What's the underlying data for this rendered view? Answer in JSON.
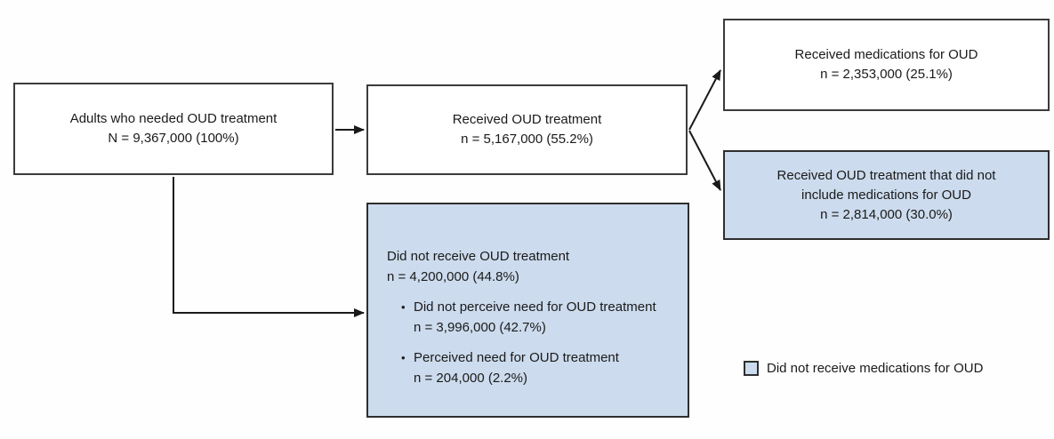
{
  "boxes": {
    "needed": {
      "lines": [
        "Adults who needed OUD treatment",
        "N = 9,367,000 (100%)"
      ]
    },
    "received": {
      "lines": [
        "Received OUD treatment",
        "n = 5,167,000 (55.2%)"
      ]
    },
    "medications": {
      "lines": [
        "Received medications for OUD",
        "n = 2,353,000 (25.1%)"
      ]
    },
    "no_medications": {
      "lines": [
        "Received OUD treatment that did not",
        "include medications for OUD",
        "n = 2,814,000 (30.0%)"
      ]
    },
    "untreated": {
      "lines": [
        "Did not receive OUD treatment",
        "n = 4,200,000 (44.8%)"
      ],
      "bullets": [
        {
          "lines": [
            "Did not perceive need for OUD treatment",
            "n = 3,996,000 (42.7%)"
          ]
        },
        {
          "lines": [
            "Perceived need for OUD treatment",
            "n = 204,000 (2.2%)"
          ]
        }
      ]
    }
  },
  "legend": {
    "label": "Did not receive medications for OUD",
    "swatch_color": "#ccdbed"
  },
  "colors": {
    "highlight_fill": "#ccdbed",
    "box_border": "#3b3b3b",
    "arrow": "#1a1a1a",
    "text": "#1a1a1a",
    "background": "#fdfefd"
  },
  "icons": {
    "bullet": "•"
  }
}
